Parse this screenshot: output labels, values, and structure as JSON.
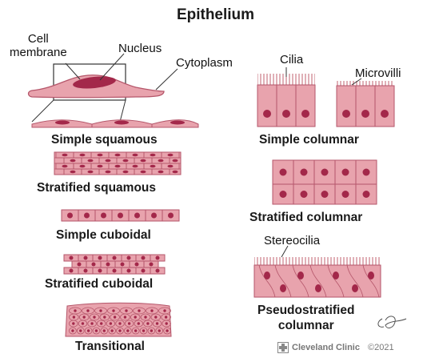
{
  "title": "Epithelium",
  "annotations": {
    "cell_membrane": "Cell\nmembrane",
    "nucleus": "Nucleus",
    "cytoplasm": "Cytoplasm",
    "cilia": "Cilia",
    "microvilli": "Microvilli",
    "stereocilia": "Stereocilia"
  },
  "tissues": {
    "simple_squamous": "Simple squamous",
    "stratified_squamous": "Stratified squamous",
    "simple_cuboidal": "Simple cuboidal",
    "stratified_cuboidal": "Stratified cuboidal",
    "transitional": "Transitional",
    "simple_columnar": "Simple columnar",
    "stratified_columnar": "Stratified columnar",
    "pseudostratified_columnar": "Pseudostratified\ncolumnar"
  },
  "credit": {
    "source": "Cleveland Clinic",
    "year": "©2021"
  },
  "colors": {
    "cell_fill": "#e8a3ad",
    "cell_stroke": "#b5566a",
    "nucleus": "#a3284a"
  }
}
